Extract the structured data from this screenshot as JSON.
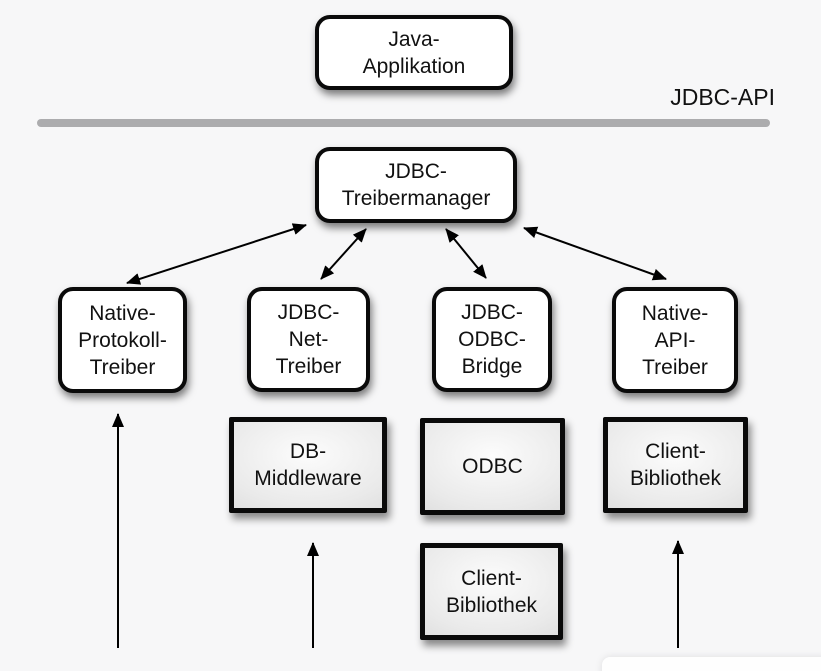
{
  "diagram": {
    "api_label": "JDBC-API",
    "nodes": {
      "java_app": {
        "label": "Java-\nApplikation",
        "style": "white-rounded"
      },
      "treibermanager": {
        "label": "JDBC-\nTreibermanager",
        "style": "white-rounded"
      },
      "native_protokoll": {
        "label": "Native-\nProtokoll-\nTreiber",
        "style": "white-rounded"
      },
      "jdbc_net": {
        "label": "JDBC-\nNet-\nTreiber",
        "style": "white-rounded"
      },
      "jdbc_odbc": {
        "label": "JDBC-\nODBC-\nBridge",
        "style": "white-rounded"
      },
      "native_api": {
        "label": "Native-\nAPI-\nTreiber",
        "style": "white-rounded"
      },
      "db_middleware": {
        "label": "DB-\nMiddleware",
        "style": "gray-gradient"
      },
      "odbc": {
        "label": "ODBC",
        "style": "gray-gradient"
      },
      "client_bibliothek_right": {
        "label": "Client-\nBibliothek",
        "style": "gray-gradient"
      },
      "client_bibliothek_bottom": {
        "label": "Client-\nBibliothek",
        "style": "gray-gradient"
      }
    },
    "edges": [
      {
        "from": "treibermanager",
        "to": "native_protokoll",
        "type": "bidirectional-arrow"
      },
      {
        "from": "treibermanager",
        "to": "jdbc_net",
        "type": "bidirectional-arrow"
      },
      {
        "from": "treibermanager",
        "to": "jdbc_odbc",
        "type": "bidirectional-arrow"
      },
      {
        "from": "treibermanager",
        "to": "native_api",
        "type": "bidirectional-arrow"
      },
      {
        "from": "bottom",
        "to": "native_protokoll",
        "type": "up-arrow"
      },
      {
        "from": "bottom",
        "to": "db_middleware",
        "type": "up-arrow"
      },
      {
        "from": "bottom",
        "to": "client_bibliothek_right",
        "type": "up-arrow"
      }
    ],
    "colors": {
      "background": "#f7f7f8",
      "box_fill": "#ffffff",
      "box_border": "#0a0a0a",
      "gray_box_light": "#fcfcfc",
      "gray_box_dark": "#cbcbcb",
      "divider": "#acacae",
      "arrow": "#000000",
      "text": "#111111"
    }
  }
}
